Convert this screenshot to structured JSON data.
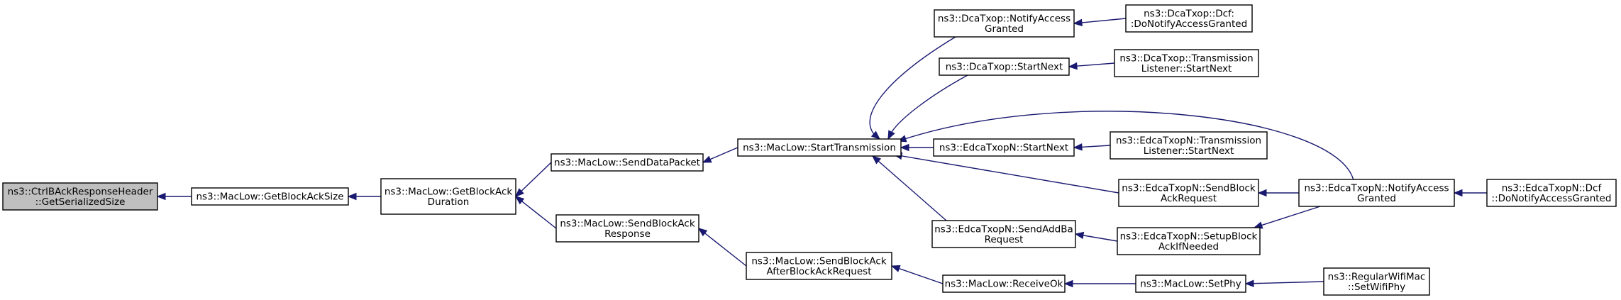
{
  "graph": {
    "nodes": [
      {
        "id": "n0",
        "label": [
          "ns3::CtrlBAckResponseHeader",
          "::GetSerializedSize"
        ],
        "root": true
      },
      {
        "id": "n1",
        "label": [
          "ns3::MacLow::GetBlockAckSize"
        ]
      },
      {
        "id": "n2",
        "label": [
          "ns3::MacLow::GetBlockAck",
          "Duration"
        ]
      },
      {
        "id": "n3",
        "label": [
          "ns3::MacLow::SendDataPacket"
        ]
      },
      {
        "id": "n4",
        "label": [
          "ns3::MacLow::SendBlockAck",
          "Response"
        ]
      },
      {
        "id": "n5",
        "label": [
          "ns3::MacLow::StartTransmission"
        ]
      },
      {
        "id": "n6",
        "label": [
          "ns3::MacLow::SendBlockAck",
          "AfterBlockAckRequest"
        ]
      },
      {
        "id": "n7",
        "label": [
          "ns3::DcaTxop::NotifyAccess",
          "Granted"
        ]
      },
      {
        "id": "n8",
        "label": [
          "ns3::DcaTxop::StartNext"
        ]
      },
      {
        "id": "n9",
        "label": [
          "ns3::EdcaTxopN::StartNext"
        ]
      },
      {
        "id": "n10",
        "label": [
          "ns3::EdcaTxopN::SendAddBa",
          "Request"
        ]
      },
      {
        "id": "n11",
        "label": [
          "ns3::MacLow::ReceiveOk"
        ]
      },
      {
        "id": "n12",
        "label": [
          "ns3::DcaTxop::Dcf:",
          ":DoNotifyAccessGranted"
        ]
      },
      {
        "id": "n13",
        "label": [
          "ns3::DcaTxop::Transmission",
          "Listener::StartNext"
        ]
      },
      {
        "id": "n14",
        "label": [
          "ns3::EdcaTxopN::Transmission",
          "Listener::StartNext"
        ]
      },
      {
        "id": "n15",
        "label": [
          "ns3::EdcaTxopN::SendBlock",
          "AckRequest"
        ]
      },
      {
        "id": "n16",
        "label": [
          "ns3::EdcaTxopN::SetupBlock",
          "AckIfNeeded"
        ]
      },
      {
        "id": "n17",
        "label": [
          "ns3::MacLow::SetPhy"
        ]
      },
      {
        "id": "n18",
        "label": [
          "ns3::EdcaTxopN::NotifyAccess",
          "Granted"
        ]
      },
      {
        "id": "n19",
        "label": [
          "ns3::RegularWifiMac",
          "::SetWifiPhy"
        ]
      },
      {
        "id": "n20",
        "label": [
          "ns3::EdcaTxopN::Dcf",
          "::DoNotifyAccessGranted"
        ]
      }
    ],
    "edges": [
      {
        "from": "n1",
        "to": "n0"
      },
      {
        "from": "n2",
        "to": "n1"
      },
      {
        "from": "n3",
        "to": "n2"
      },
      {
        "from": "n4",
        "to": "n2"
      },
      {
        "from": "n5",
        "to": "n3"
      },
      {
        "from": "n6",
        "to": "n4"
      },
      {
        "from": "n7",
        "to": "n5"
      },
      {
        "from": "n8",
        "to": "n5"
      },
      {
        "from": "n9",
        "to": "n5"
      },
      {
        "from": "n10",
        "to": "n5"
      },
      {
        "from": "n15",
        "to": "n5"
      },
      {
        "from": "n18",
        "to": "n5"
      },
      {
        "from": "n11",
        "to": "n6"
      },
      {
        "from": "n12",
        "to": "n7"
      },
      {
        "from": "n13",
        "to": "n8"
      },
      {
        "from": "n14",
        "to": "n9"
      },
      {
        "from": "n16",
        "to": "n10"
      },
      {
        "from": "n17",
        "to": "n11"
      },
      {
        "from": "n18",
        "to": "n15"
      },
      {
        "from": "n18",
        "to": "n16"
      },
      {
        "from": "n20",
        "to": "n18"
      },
      {
        "from": "n19",
        "to": "n17"
      }
    ]
  }
}
